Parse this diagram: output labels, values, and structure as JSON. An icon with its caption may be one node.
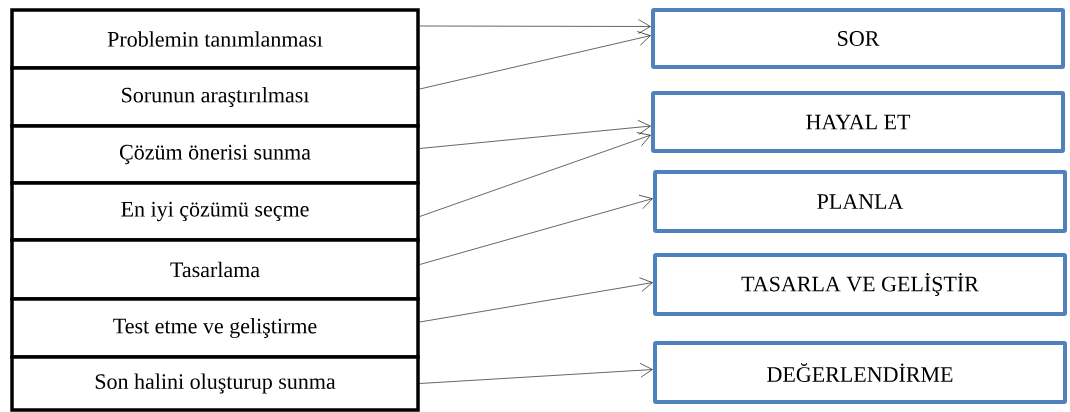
{
  "diagram": {
    "nodes": [
      {
        "text": [
          "Problemin tanımlanması"
        ]
      },
      {
        "text": [
          "Sorunun araştırılması"
        ]
      },
      {
        "text": [
          "Çözüm önerisi sunma"
        ]
      },
      {
        "text": [
          "En iyi çözümü seçme"
        ]
      },
      {
        "text": [
          "Tasarlama"
        ]
      },
      {
        "text": [
          "Test etme ve geliştirme"
        ]
      },
      {
        "text": [
          "Son halini oluşturup sunma"
        ]
      },
      {
        "text": [
          "SOR"
        ]
      },
      {
        "text": [
          "HAYAL ET"
        ]
      },
      {
        "text": [
          "PLANLA"
        ]
      },
      {
        "text": [
          "TASARLA VE GELİŞTİR"
        ]
      },
      {
        "text": [
          "DEĞERLENDİRME"
        ]
      }
    ],
    "edges": [
      {
        "from": 0,
        "to": 7,
        "arrow": "to"
      },
      {
        "from": 1,
        "to": 7,
        "arrow": "to"
      },
      {
        "from": 2,
        "to": 8,
        "arrow": "to"
      },
      {
        "from": 3,
        "to": 8,
        "arrow": "to"
      },
      {
        "from": 4,
        "to": 9,
        "arrow": "to"
      },
      {
        "from": 5,
        "to": 10,
        "arrow": "to"
      },
      {
        "from": 6,
        "to": 11,
        "arrow": "to"
      }
    ]
  }
}
